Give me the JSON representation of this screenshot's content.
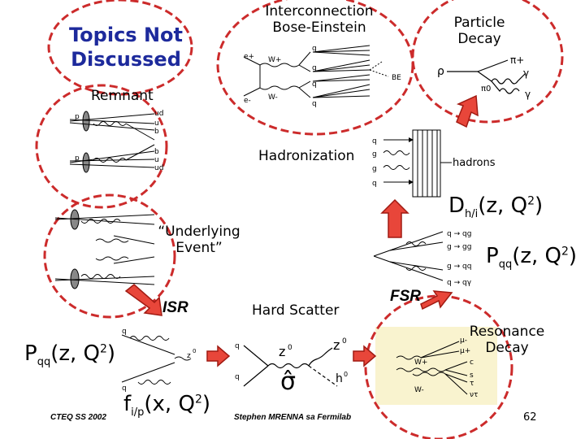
{
  "title": [
    "Topics Not",
    "Discussed"
  ],
  "labels": {
    "interconnection": [
      "Interconnection",
      "Bose-Einstein"
    ],
    "particle_decay": [
      "Particle",
      "Decay"
    ],
    "remnant": "Remnant",
    "hadronization": "Hadronization",
    "underlying_event": [
      "“Underlying",
      "Event”"
    ],
    "isr": "ISR",
    "hard_scatter": "Hard Scatter",
    "fsr": "FSR",
    "resonance_decay": [
      "Resonance",
      "Decay"
    ]
  },
  "formulas": {
    "d_hi": "D",
    "d_hi_sub": "h/i",
    "d_hi_args": "(z, Q",
    "p_qq_right": "P",
    "p_qq_left": "P",
    "p_qq_sub": "qq",
    "p_qq_args": "(z, Q",
    "f_ip": "f",
    "f_ip_sub": "i/p",
    "f_ip_args": "(x, Q",
    "sigma_hat": "σ̂",
    "sq": "2",
    "close": ")"
  },
  "diagram_text": {
    "hadrons": "hadrons",
    "q": "q",
    "g": "g",
    "z0": "z",
    "h0": "h",
    "zero": "0",
    "rho": "ρ",
    "pi_plus": "π+",
    "gamma": "γ",
    "pi0": "π0",
    "be": "BE",
    "q_gg": "q → qg",
    "g_gg": "g → gg",
    "g_qq": "g → qq",
    "q_qgamma": "q → qγ",
    "p": "p",
    "e_plus": "e+",
    "e_minus": "e-",
    "w_plus": "W+",
    "w_minus": "W-",
    "ud": "ud",
    "remnant_labels": [
      "ud",
      "u",
      "b",
      "b",
      "u",
      "ud"
    ],
    "res_labels": [
      "μ-",
      "μ+",
      "W+",
      "W-",
      "c",
      "s",
      "τ",
      "ντ"
    ]
  },
  "footer": {
    "left": "CTEQ SS 2002",
    "center": "Stephen MRENNA sa Fermilab",
    "page": "62"
  },
  "colors": {
    "circle": "#cc2b2b",
    "arrow_fill": "#e8463a",
    "arrow_stroke": "#a01a12",
    "title": "#1d2a9c",
    "resonance_bg": "#f9f3cf"
  }
}
